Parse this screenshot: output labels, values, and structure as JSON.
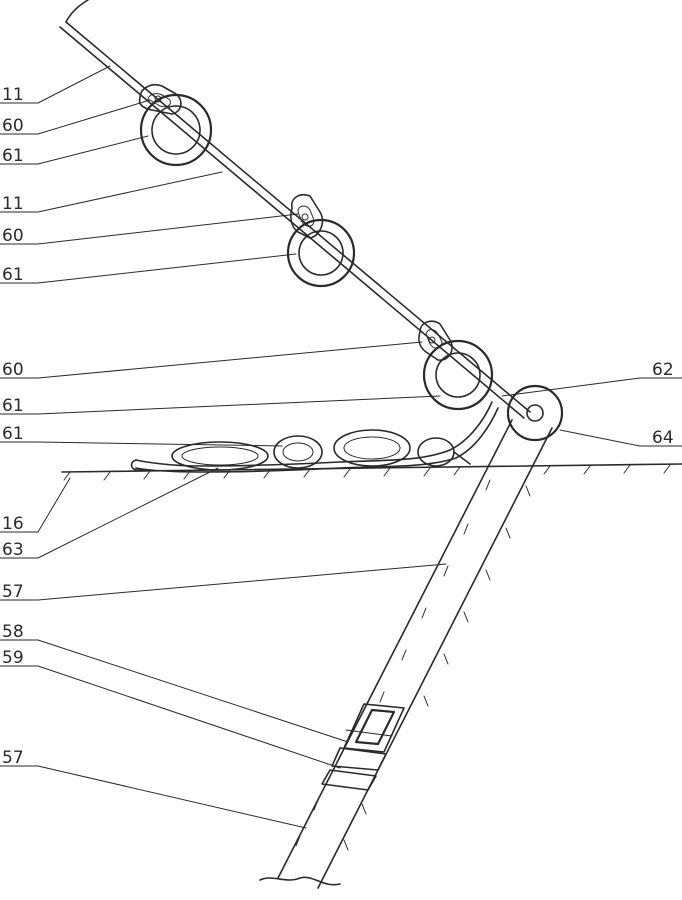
{
  "labels": {
    "l11a": "11",
    "l60a": "60",
    "l61a": "61",
    "l11b": "11",
    "l60b": "60",
    "l61b": "61",
    "l60c": "60",
    "l62": "62",
    "l61c": "61",
    "l61d": "61",
    "l64": "64",
    "l16": "16",
    "l63": "63",
    "l57a": "57",
    "l58": "58",
    "l59": "59",
    "l57b": "57"
  },
  "colors": {
    "ink": "#2a2a2a",
    "paper": "#ffffff"
  }
}
